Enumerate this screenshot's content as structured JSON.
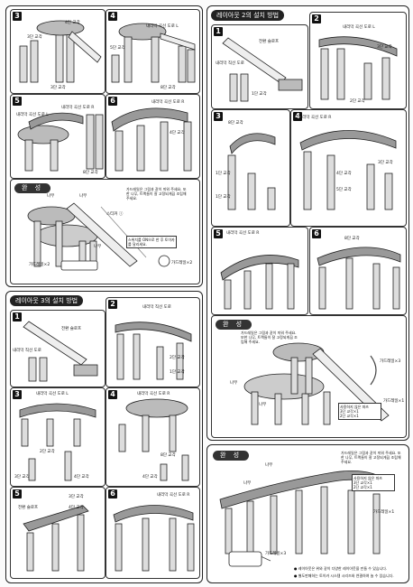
{
  "labels": {
    "c3": "3단 교각",
    "c4": "4단 교각",
    "c5": "5단 교각",
    "c8": "8단 교각",
    "c2": "2단 교각",
    "c1": "1단 교각",
    "curve_l": "내리막 곡선 도로 L",
    "curve_r": "내리막 곡선 도로 R",
    "straight": "내리막 직선 도로",
    "slope": "전환 슬로프",
    "nana": "나무",
    "guardrail2": "가드레일×2",
    "guardrail1": "가드레일×1",
    "guardrail3": "가드레일×3",
    "sticker": "스티커 ⓘ"
  },
  "sections": {
    "layout2": "레이아웃 2의 설치 방법",
    "layout3": "레이아웃 3의 설치 방법",
    "complete": "완 성"
  },
  "notes": {
    "n1": "가드레일은 그림과 같이 끼워 주세요. 또한 나무, 트랙들이 잘 고정되게끔 조립해 주세요.",
    "n2": "스위치를 ON으로 한 후 토이카를 달리세요.",
    "legend_title": "사용하지 않은 파츠",
    "legend1": "3단 교각×1",
    "legend2": "2단 교각×1",
    "footer1": "● 레이아웃은 위와 같이 다양한 레이아웃을 만들 수 있습니다.",
    "footer2": "● 별도판매하는 토이카 시스템 시리즈와 연결하여 놀 수 있습니다."
  }
}
